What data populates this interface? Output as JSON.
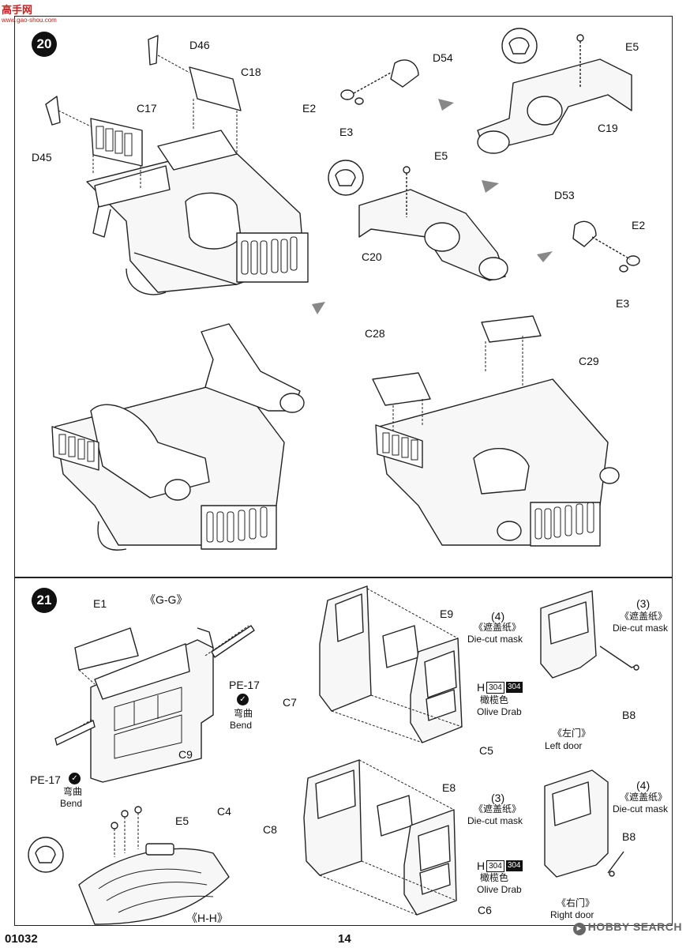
{
  "watermark_top": {
    "main": "高手网",
    "sub": "www.gao-shou.com"
  },
  "steps": {
    "s20": "20",
    "s21": "21"
  },
  "step20_labels": {
    "d46": "D46",
    "c18": "C18",
    "c17": "C17",
    "d45": "D45",
    "d54": "D54",
    "e2a": "E2",
    "e3a": "E3",
    "e5a": "E5",
    "c19": "C19",
    "e5b": "E5",
    "d53": "D53",
    "e2b": "E2",
    "e3b": "E3",
    "c20": "C20",
    "c28": "C28",
    "c29": "C29"
  },
  "step21_labels": {
    "e1": "E1",
    "gg": "《G-G》",
    "pe17a": "PE-17",
    "bend_cn_a": "弯曲",
    "bend_en_a": "Bend",
    "c9": "C9",
    "pe17b": "PE-17",
    "bend_cn_b": "弯曲",
    "bend_en_b": "Bend",
    "e5": "E5",
    "c4": "C4",
    "hh": "《H-H》",
    "e9": "E9",
    "c7": "C7",
    "c5": "C5",
    "e8": "E8",
    "c8": "C8",
    "c6": "C6",
    "paint_h": "H",
    "paint_code1": "304",
    "paint_code2": "304",
    "paint_cn": "橄榄色",
    "paint_en": "Olive Drab",
    "m4a": "(4)",
    "m4a_cn": "《遮盖纸》",
    "m4a_en": "Die-cut mask",
    "m3a": "(3)",
    "m3a_cn": "《遮盖纸》",
    "m3a_en": "Die-cut mask",
    "b8a": "B8",
    "left_cn": "《左门》",
    "left_en": "Left door",
    "m3b": "(3)",
    "m3b_cn": "《遮盖纸》",
    "m3b_en": "Die-cut mask",
    "m4b": "(4)",
    "m4b_cn": "《遮盖纸》",
    "m4b_en": "Die-cut mask",
    "b8b": "B8",
    "right_cn": "《右门》",
    "right_en": "Right door"
  },
  "footer": {
    "code": "01032",
    "page": "14",
    "watermark": "HOBBY SEARCH"
  }
}
